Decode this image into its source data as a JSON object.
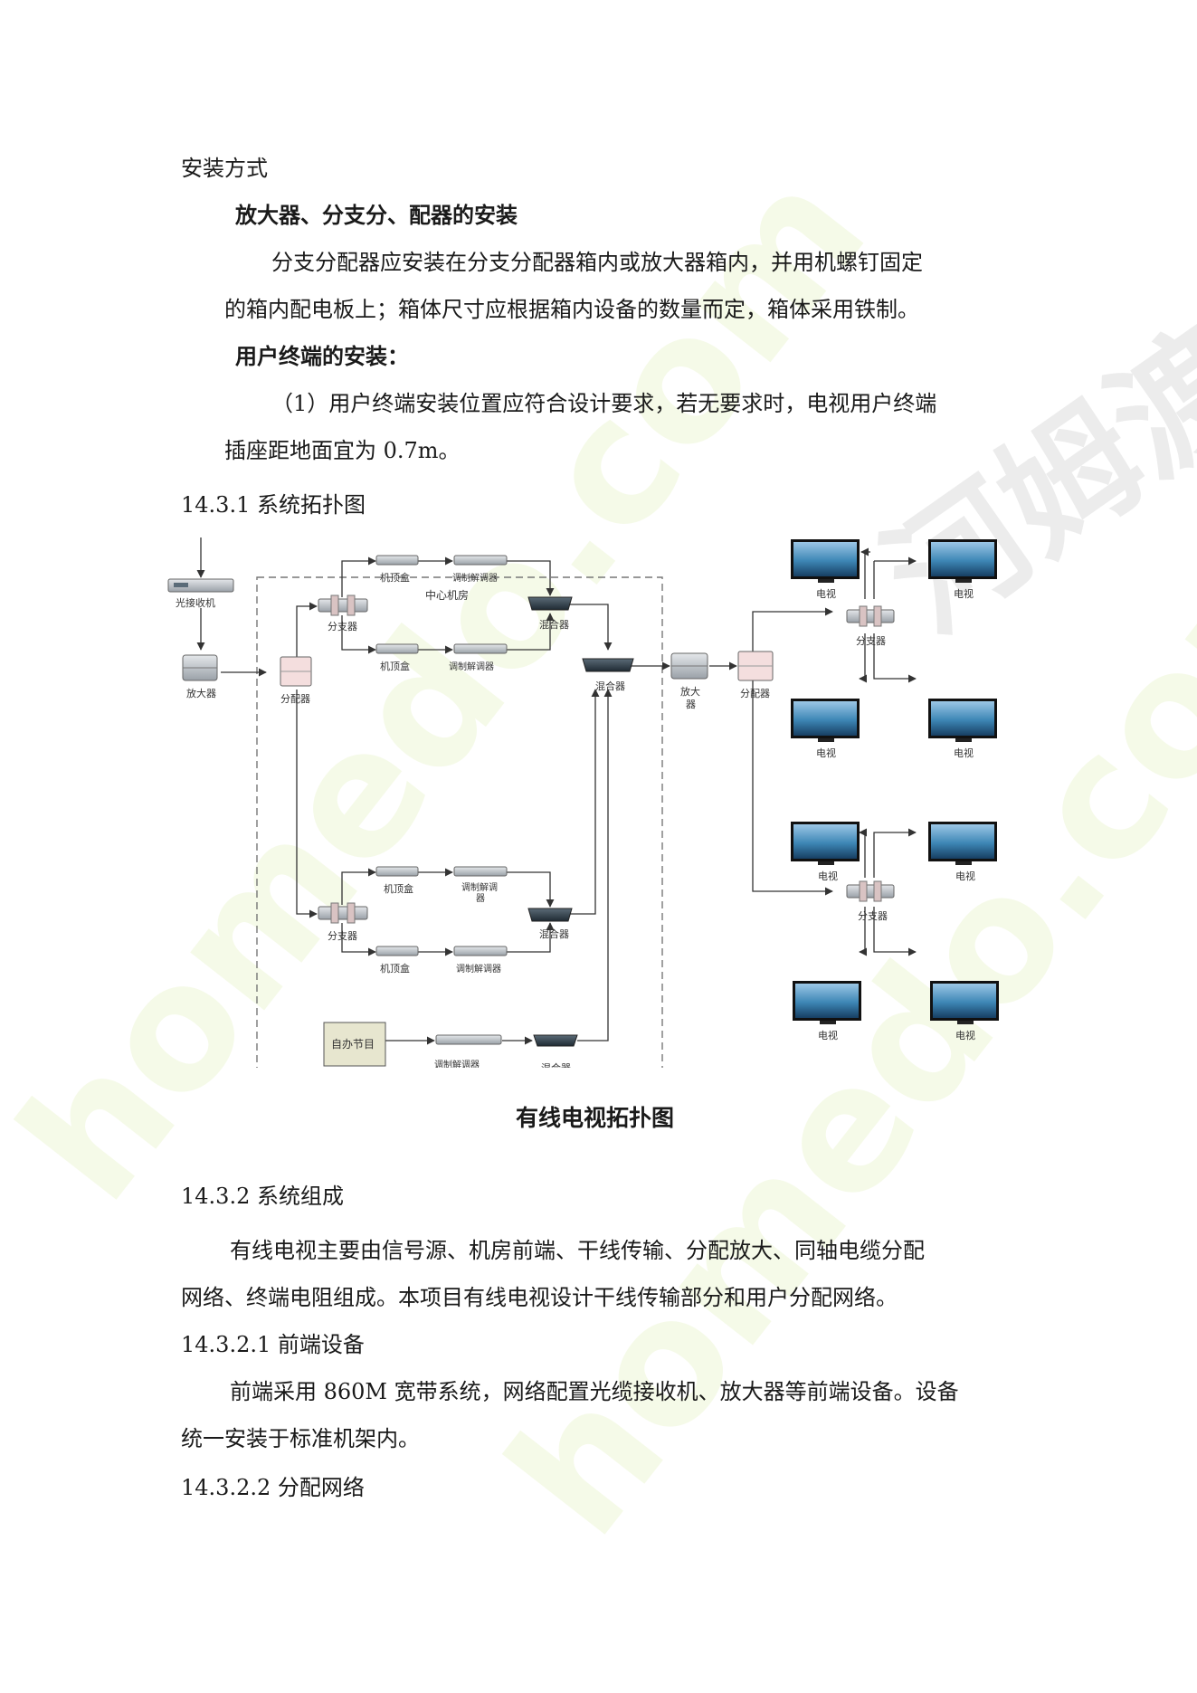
{
  "section": {
    "install_heading": "安装方式",
    "sub1_heading": "放大器、分支分、配器的安装",
    "para1_line1": "分支分配器应安装在分支分配器箱内或放大器箱内，并用机螺钉固定",
    "para1_line2": "的箱内配电板上；箱体尺寸应根据箱内设备的数量而定，箱体采用铁制。",
    "sub2_heading": "用户终端的安装：",
    "para2_line1": "（1）用户终端安装位置应符合设计要求，若无要求时，电视用户终端",
    "para2_line2": "插座距地面宜为 0.7m。",
    "h_1431": "14.3.1 系统拓扑图",
    "h_1432": "14.3.2 系统组成",
    "para3_line1": "有线电视主要由信号源、机房前端、干线传输、分配放大、同轴电缆分配",
    "para3_line2": "网络、终端电阻组成。本项目有线电视设计干线传输部分和用户分配网络。",
    "h_14321": "14.3.2.1 前端设备",
    "para4_line1": "前端采用 860M 宽带系统，网络配置光缆接收机、放大器等前端设备。设备",
    "para4_line2": "统一安装于标准机架内。",
    "h_14322": "14.3.2.2 分配网络"
  },
  "diagram": {
    "caption": "有线电视拓扑图",
    "center_room": "中心机房",
    "optical_receiver": "光接收机",
    "amplifier": "放大器",
    "amplifier_right_line1": "放大",
    "amplifier_right_line2": "器",
    "splitter": "分配器",
    "tap": "分支器",
    "stb": "机顶盒",
    "modulator": "调制解调器",
    "modulator_split_line1": "调制解调",
    "modulator_split_line2": "器",
    "mixer": "混合器",
    "self_program": "自办节目",
    "tv": "电视"
  },
  "watermarks": [
    "homedo.com",
    "homedo.com",
    "河姆渡"
  ],
  "colors": {
    "text": "#1a1a1a",
    "line": "#333333",
    "dashed_box": "#777777",
    "tv_screen": "#3d86b5",
    "watermark_green": "#bee16e",
    "watermark_gray": "#969696"
  }
}
